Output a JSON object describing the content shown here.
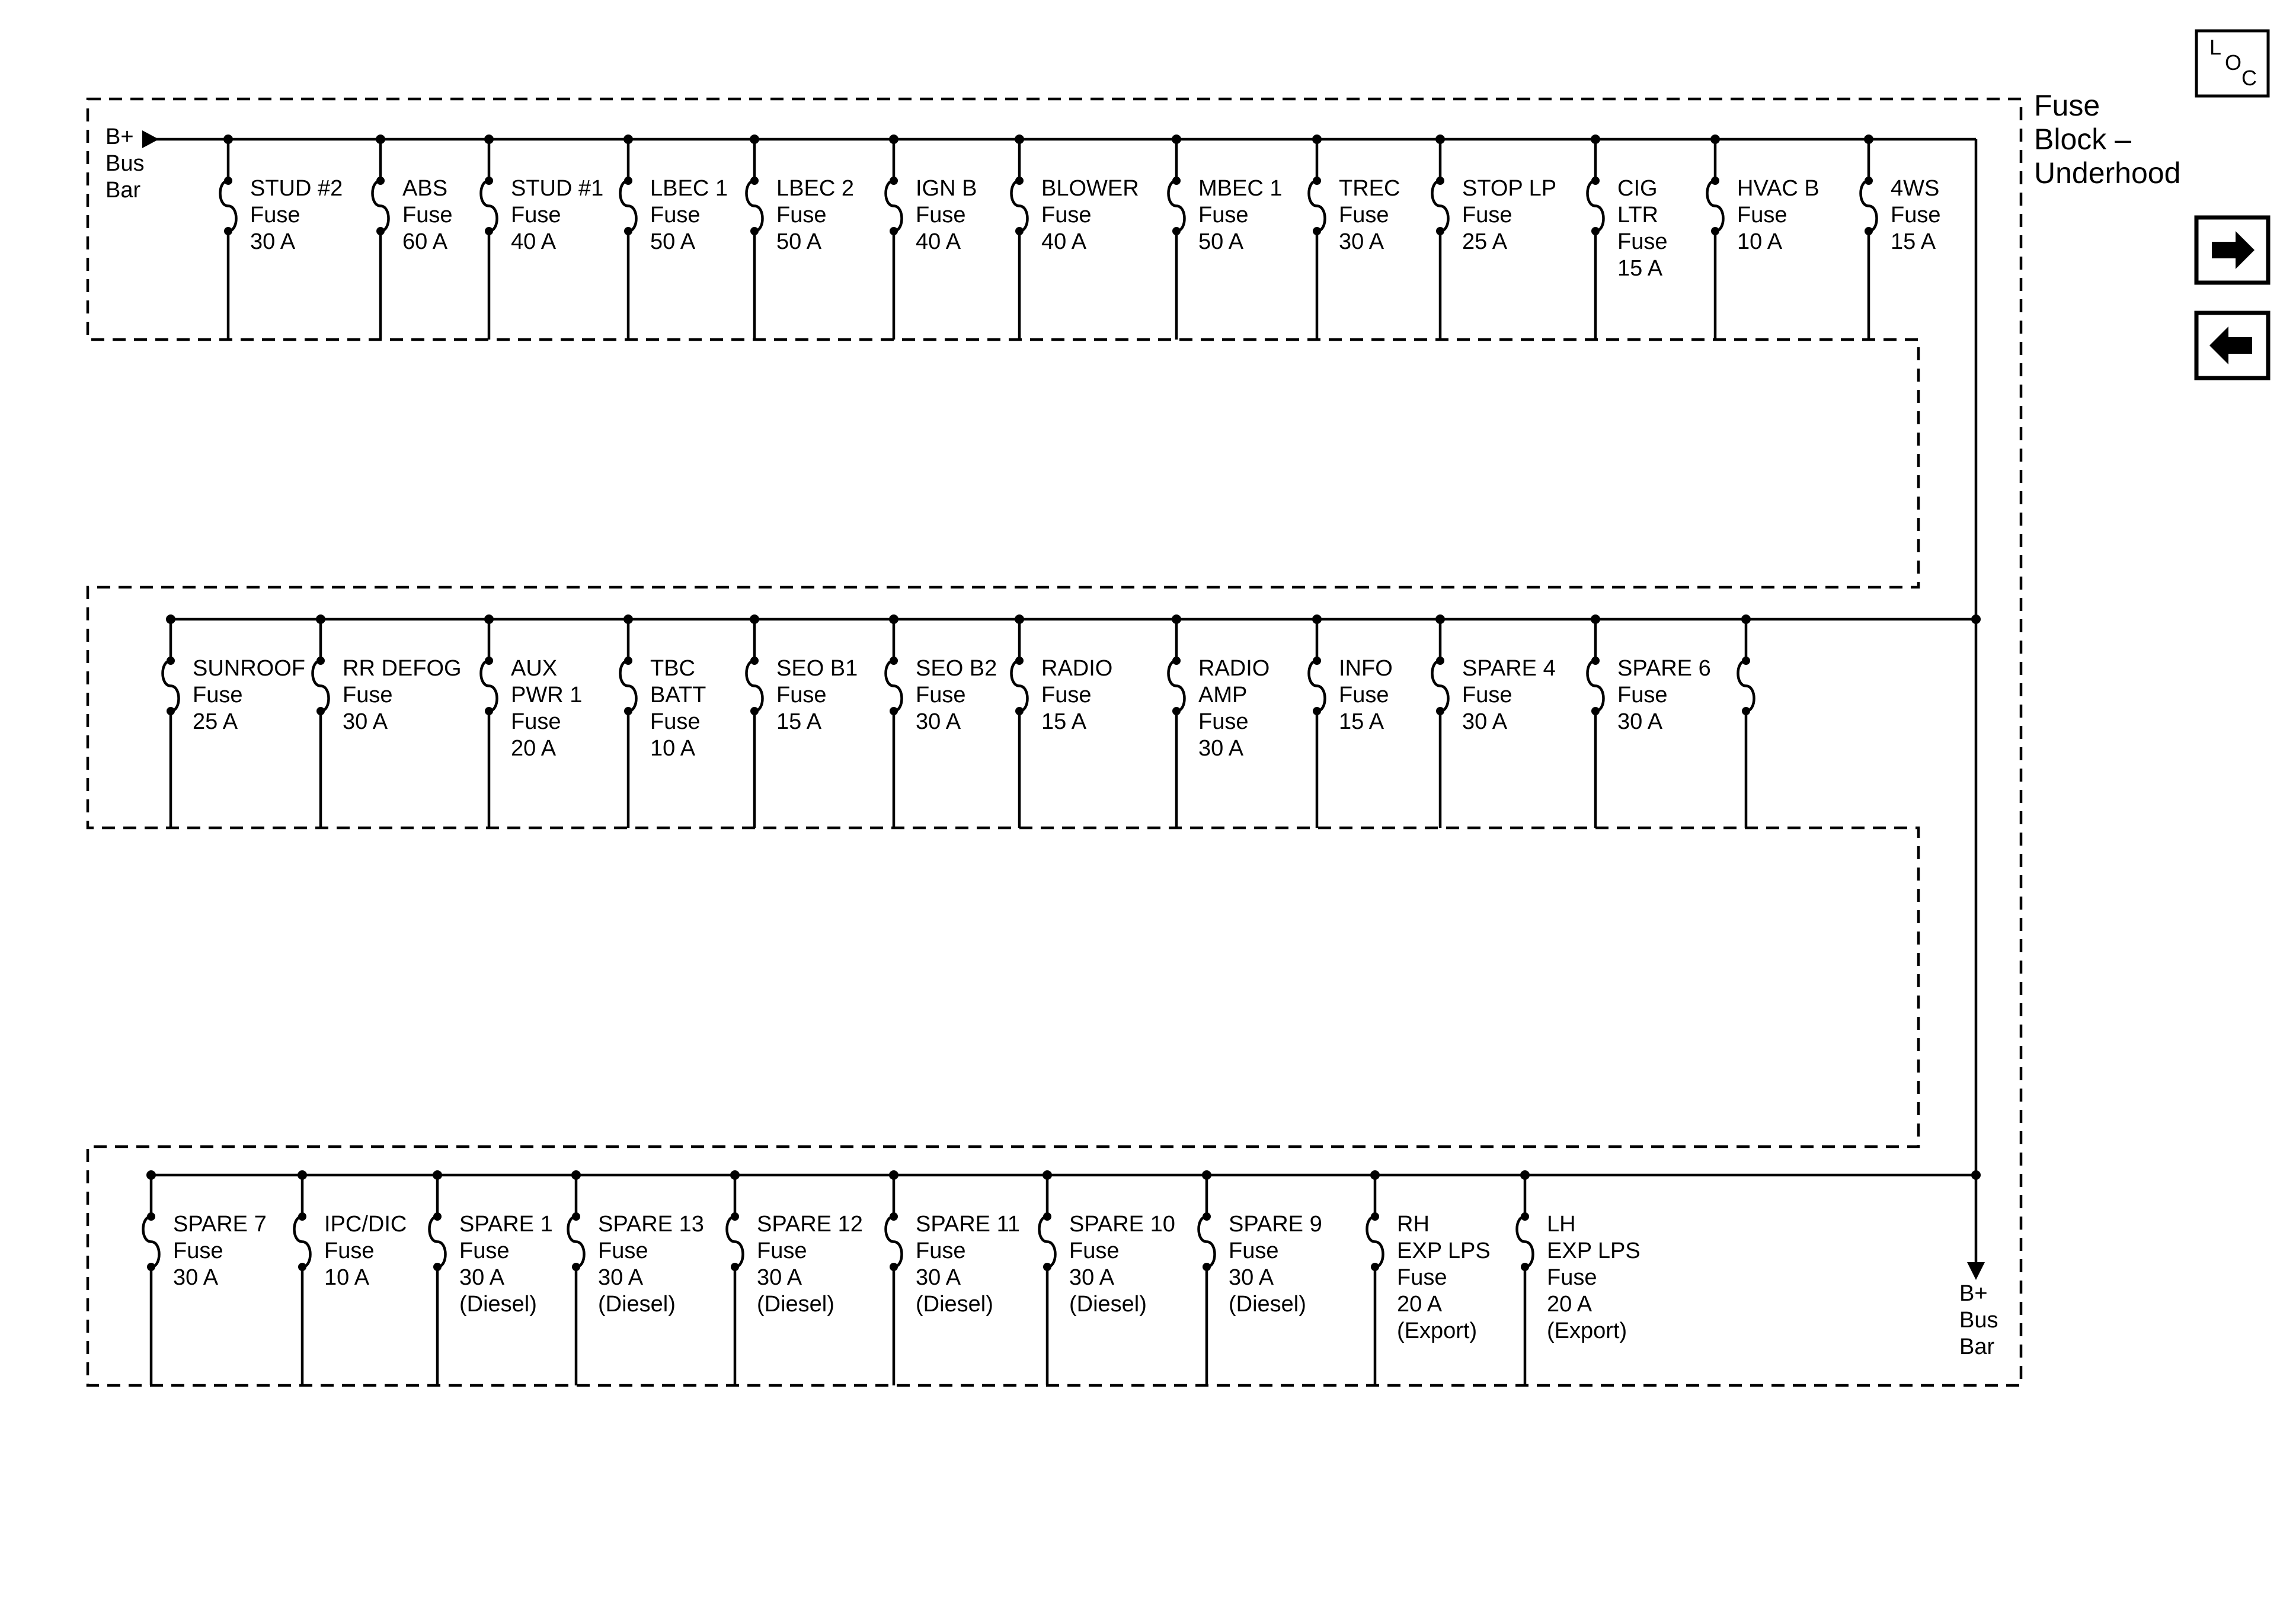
{
  "block": {
    "title_lines": [
      "Fuse",
      "Block –",
      "Underhood"
    ],
    "bus_in_lines": [
      "B+",
      "Bus",
      "Bar"
    ],
    "bus_out_lines": [
      "B+",
      "Bus",
      "Bar"
    ]
  },
  "nav": {
    "loc_top": "L",
    "loc_mid": "O",
    "loc_bot": "C",
    "next_icon": "right-arrow-icon",
    "prev_icon": "left-arrow-icon"
  },
  "rows": [
    {
      "fuses": [
        {
          "lines": [
            "STUD #2",
            "Fuse",
            "30 A"
          ]
        },
        {
          "lines": [
            "ABS",
            "Fuse",
            "60 A"
          ]
        },
        {
          "lines": [
            "STUD #1",
            "Fuse",
            "40 A"
          ]
        },
        {
          "lines": [
            "LBEC 1",
            "Fuse",
            "50 A"
          ]
        },
        {
          "lines": [
            "LBEC 2",
            "Fuse",
            "50 A"
          ]
        },
        {
          "lines": [
            "IGN B",
            "Fuse",
            "40 A"
          ]
        },
        {
          "lines": [
            "BLOWER",
            "Fuse",
            "40 A"
          ]
        },
        {
          "lines": [
            "MBEC 1",
            "Fuse",
            "50 A"
          ]
        },
        {
          "lines": [
            "TREC",
            "Fuse",
            "30 A"
          ]
        },
        {
          "lines": [
            "STOP LP",
            "Fuse",
            "25 A"
          ]
        },
        {
          "lines": [
            "CIG",
            "LTR",
            "Fuse",
            "15 A"
          ]
        },
        {
          "lines": [
            "HVAC B",
            "Fuse",
            "10 A"
          ]
        },
        {
          "lines": [
            "4WS",
            "Fuse",
            "15 A"
          ]
        }
      ]
    },
    {
      "fuses": [
        {
          "lines": [
            "SUNROOF",
            "Fuse",
            "25 A"
          ]
        },
        {
          "lines": [
            "RR DEFOG",
            "Fuse",
            "30 A"
          ]
        },
        {
          "lines": [
            "AUX",
            "PWR 1",
            "Fuse",
            "20 A"
          ]
        },
        {
          "lines": [
            "TBC",
            "BATT",
            "Fuse",
            "10 A"
          ]
        },
        {
          "lines": [
            "SEO B1",
            "Fuse",
            "15 A"
          ]
        },
        {
          "lines": [
            "SEO B2",
            "Fuse",
            "30 A"
          ]
        },
        {
          "lines": [
            "RADIO",
            "Fuse",
            "15 A"
          ]
        },
        {
          "lines": [
            "RADIO",
            "AMP",
            "Fuse",
            "30 A"
          ]
        },
        {
          "lines": [
            "INFO",
            "Fuse",
            "15 A"
          ]
        },
        {
          "lines": [
            "SPARE 4",
            "Fuse",
            "30 A"
          ]
        },
        {
          "lines": [
            "SPARE 6",
            "Fuse",
            "30 A"
          ]
        },
        {
          "lines": []
        }
      ]
    },
    {
      "fuses": [
        {
          "lines": [
            "SPARE 7",
            "Fuse",
            "30 A"
          ]
        },
        {
          "lines": [
            "IPC/DIC",
            "Fuse",
            "10 A"
          ]
        },
        {
          "lines": [
            "SPARE 1",
            "Fuse",
            "30 A",
            "(Diesel)"
          ]
        },
        {
          "lines": [
            "SPARE 13",
            "Fuse",
            "30 A",
            "(Diesel)"
          ]
        },
        {
          "lines": [
            "SPARE 12",
            "Fuse",
            "30 A",
            "(Diesel)"
          ]
        },
        {
          "lines": [
            "SPARE 11",
            "Fuse",
            "30 A",
            "(Diesel)"
          ]
        },
        {
          "lines": [
            "SPARE 10",
            "Fuse",
            "30 A",
            "(Diesel)"
          ]
        },
        {
          "lines": [
            "SPARE 9",
            "Fuse",
            "30 A",
            "(Diesel)"
          ]
        },
        {
          "lines": [
            "RH",
            "EXP LPS",
            "Fuse",
            "20 A",
            "(Export)"
          ]
        },
        {
          "lines": [
            "LH",
            "EXP LPS",
            "Fuse",
            "20 A",
            "(Export)"
          ]
        }
      ]
    }
  ]
}
